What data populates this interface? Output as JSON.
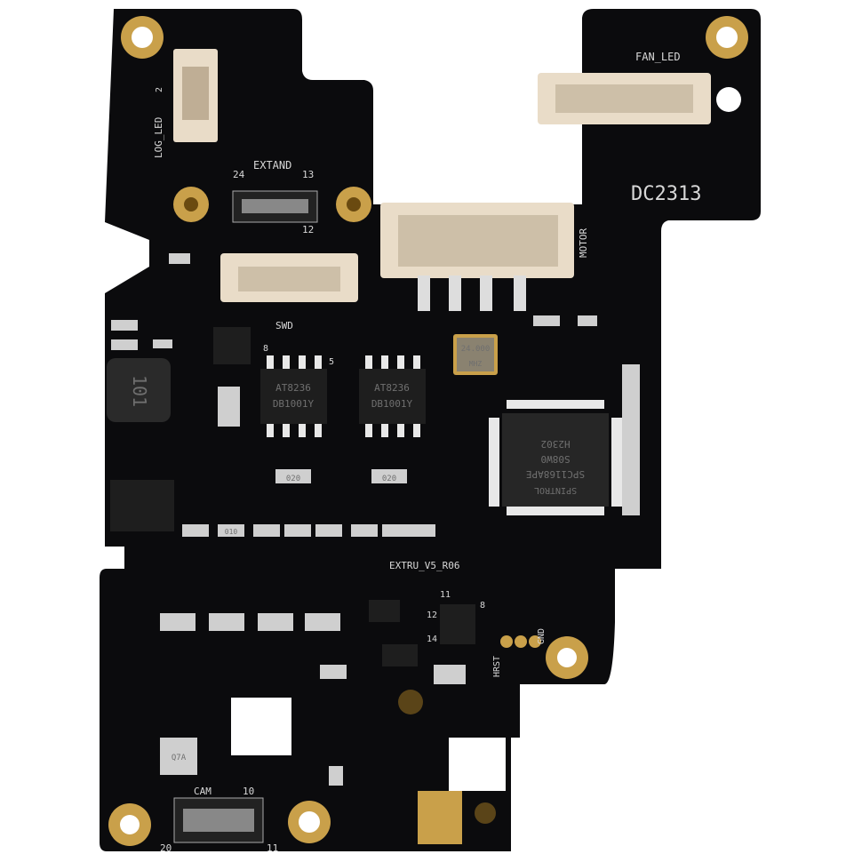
{
  "board": {
    "name": "EXTRU_V5_R06",
    "colors": {
      "solder_mask": "#0b0b0d",
      "silkscreen": "#d8d8d8",
      "pad": "#e8e8e8",
      "gold": "#c9a04a",
      "connector": "#e9dcc8",
      "background": "#ffffff"
    }
  },
  "labels": {
    "log_led": "LOG_LED",
    "log_led_pin": "2",
    "extand": "EXTAND",
    "extand_pin_24": "24",
    "extand_pin_13": "13",
    "extand_pin_12": "12",
    "swd": "SWD",
    "motor": "MOTOR",
    "fan_led": "FAN_LED",
    "date_code": "DC2313",
    "board_name": "EXTRU_V5_R06",
    "hrst": "HRST",
    "gnd": "GND",
    "cam": "CAM",
    "cam_pin_10": "10",
    "cam_pin_20": "20",
    "cam_pin_11": "11",
    "ic_pin_8": "8",
    "ic_pin_5": "5",
    "qfn_pin_11": "11",
    "qfn_pin_12": "12",
    "qfn_pin_14": "14",
    "qfn_pin_8": "8"
  },
  "components": {
    "inductor": "101",
    "driver_1": {
      "line1": "AT8236",
      "line2": "DB1001Y"
    },
    "driver_2": {
      "line1": "AT8236",
      "line2": "DB1001Y"
    },
    "crystal": {
      "line1": "24.000",
      "line2": "MHZ"
    },
    "mcu": {
      "brand": "SPINTROL",
      "line1": "SPC1168APE",
      "line2": "S08W0",
      "line3": "H2302"
    },
    "crystal_small": "Q7A",
    "resistor_020": "020",
    "resistor_010": "010"
  }
}
